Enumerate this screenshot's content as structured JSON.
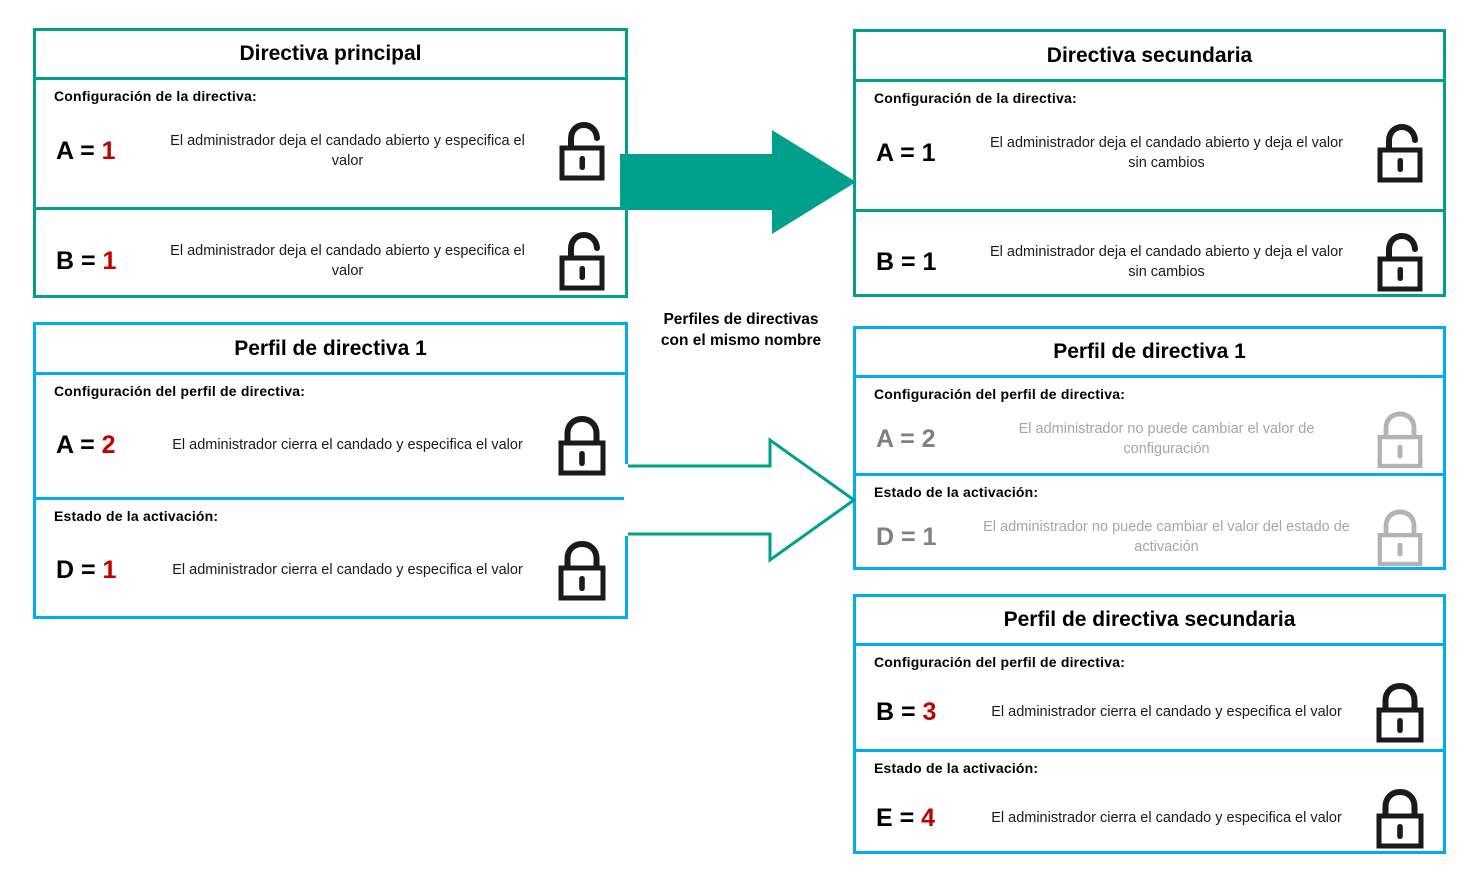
{
  "colors": {
    "teal": "#00a08c",
    "blue": "#00aeef",
    "arrow_fill": "#00a08c",
    "value_red": "#c00000",
    "disabled_grey": "#a6a6a6",
    "text_black": "#000000"
  },
  "caption": {
    "line1": "Perfiles de directivas",
    "line2": "con el mismo nombre"
  },
  "boxes": {
    "parent_policy": {
      "title": "Directiva principal",
      "section_label": "Configuración  de la directiva:",
      "rows": [
        {
          "key": "A = ",
          "value": "1",
          "desc": "El administrador  deja  el candado  abierto  y especifica  el valor",
          "lock": "unlock-icon",
          "lock_state": "open"
        },
        {
          "key": "B = ",
          "value": "1",
          "desc": "El administrador  deja  el candado  abierto  y especifica  el valor",
          "lock": "unlock-icon",
          "lock_state": "open"
        }
      ]
    },
    "child_policy": {
      "title": "Directiva secundaria",
      "section_label": "Configuración  de la directiva:",
      "rows": [
        {
          "key": "A = ",
          "value": "1",
          "desc": "El administrador  deja  el candado  abierto  y deja  el valor  sin cambios",
          "lock": "unlock-icon",
          "lock_state": "open"
        },
        {
          "key": "B = ",
          "value": "1",
          "desc": "El administrador  deja  el candado  abierto  y deja  el valor  sin cambios",
          "lock": "unlock-icon",
          "lock_state": "open"
        }
      ]
    },
    "policy_profile_left": {
      "title": "Perfil de directiva 1",
      "sections": [
        {
          "label": "Configuración  del perfil  de directiva:",
          "key": "A = ",
          "value": "2",
          "desc": "El administrador  cierra el candado  y especifica el valor",
          "lock": "lock-icon",
          "lock_state": "closed"
        },
        {
          "label": "Estado  de la activación:",
          "key": "D = ",
          "value": "1",
          "desc": "El administrador  cierra el candado  y especifica el valor",
          "lock": "lock-icon",
          "lock_state": "closed"
        }
      ]
    },
    "policy_profile_right": {
      "title": "Perfil de directiva 1",
      "sections": [
        {
          "label": "Configuración  del perfil  de directiva:",
          "key": "A = ",
          "value": "2",
          "desc": "El administrador  no puede  cambiar  el valor  de configuración",
          "lock": "lock-icon",
          "lock_state": "closed-disabled"
        },
        {
          "label": "Estado  de la activación:",
          "key": "D = ",
          "value": "1",
          "desc": "El administrador  no puede  cambiar  el valor del estado  de activación",
          "lock": "lock-icon",
          "lock_state": "closed-disabled"
        }
      ]
    },
    "child_policy_profile": {
      "title": "Perfil de directiva secundaria",
      "sections": [
        {
          "label": "Configuración  del perfil  de directiva:",
          "key": "B = ",
          "value": "3",
          "desc": "El administrador  cierra el candado  y especifica el valor",
          "lock": "lock-icon",
          "lock_state": "closed"
        },
        {
          "label": "Estado  de la activación:",
          "key": "E = ",
          "value": "4",
          "desc": "El administrador  cierra el candado  y especifica el valor",
          "lock": "lock-icon",
          "lock_state": "closed"
        }
      ]
    }
  },
  "arrows": {
    "top": {
      "name": "solid-right-arrow",
      "style": "filled"
    },
    "bottom": {
      "name": "outlined-right-arrow",
      "style": "outline"
    }
  }
}
